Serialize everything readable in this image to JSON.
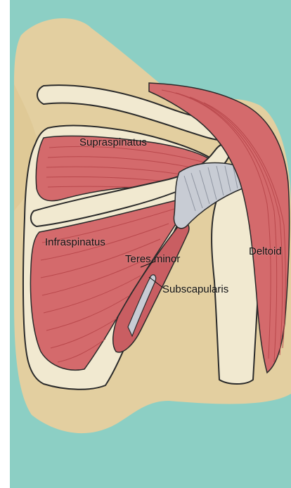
{
  "diagram": {
    "colors": {
      "background": "#8ccfc4",
      "skin": "#e3cfa0",
      "bone": "#f1e9d0",
      "bone_outline": "#2a2a2a",
      "muscle": "#d46a6c",
      "muscle_dark": "#b9484c",
      "tendon": "#c8ccd4"
    },
    "labels": {
      "supraspinatus": "Supraspinatus",
      "infraspinatus": "Infraspinatus",
      "teres_minor": "Teres minor",
      "subscapularis": "Subscapularis",
      "deltoid": "Deltoid"
    }
  }
}
